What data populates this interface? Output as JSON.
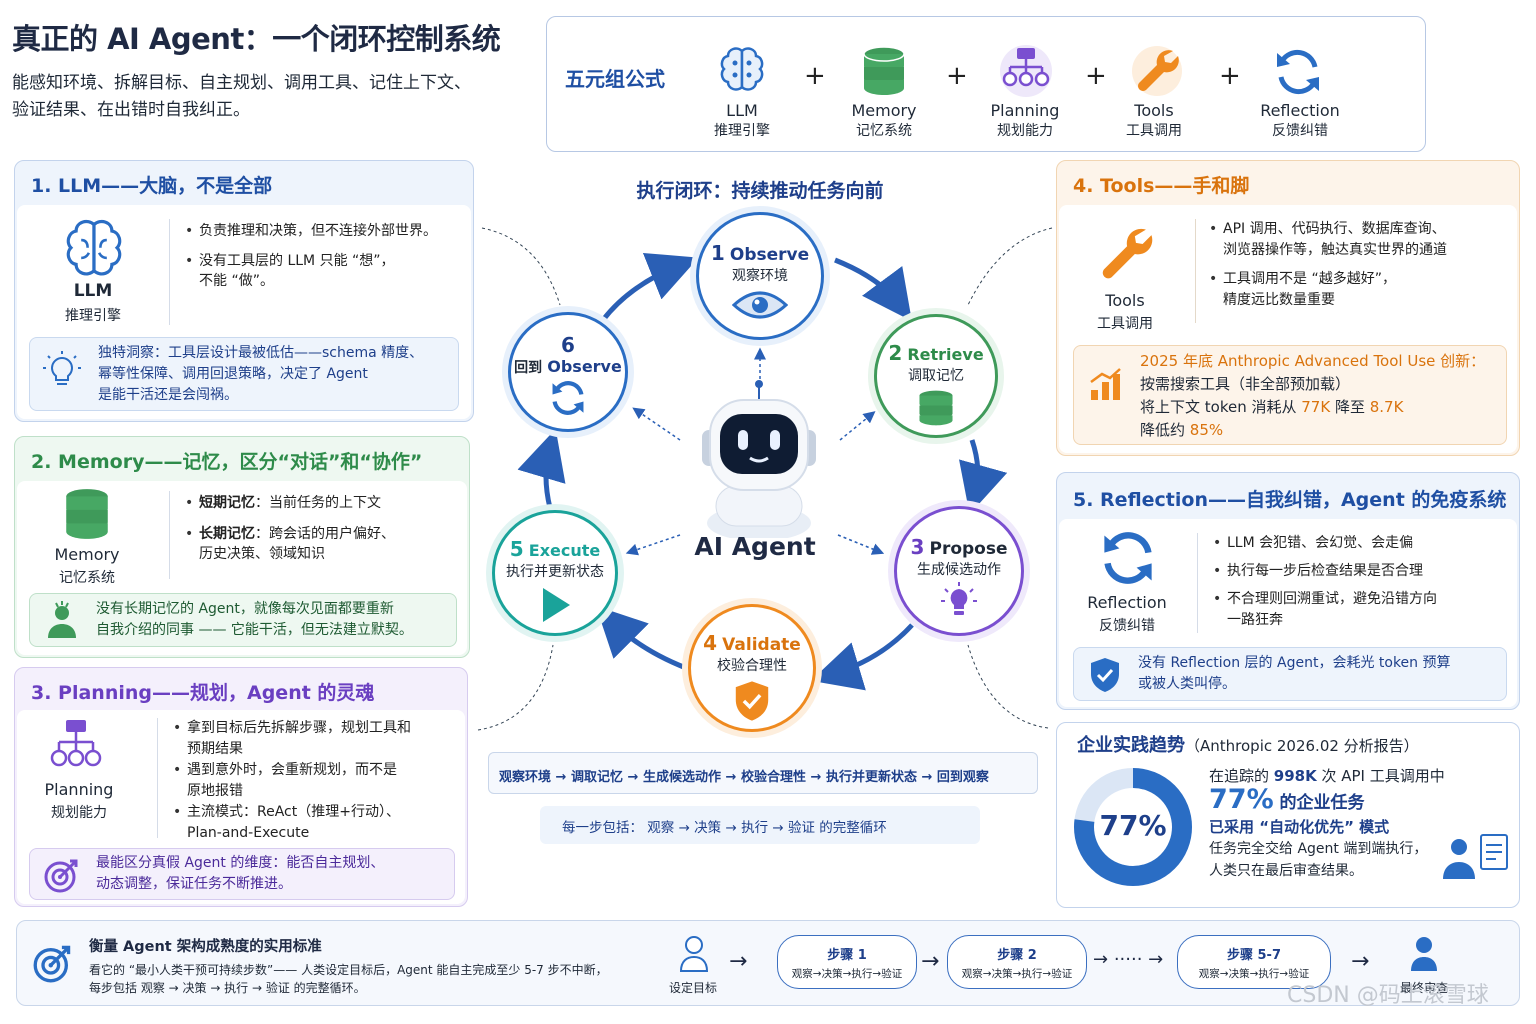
{
  "header": {
    "title": "真正的 AI Agent：一个闭环控制系统",
    "subtitle_line1": "能感知环境、拆解目标、自主规划、调用工具、记住上下文、",
    "subtitle_line2": "验证结果、在出错时自我纠正。"
  },
  "formula": {
    "title": "五元组公式",
    "items": [
      {
        "en": "LLM",
        "cn": "推理引擎"
      },
      {
        "en": "Memory",
        "cn": "记忆系统"
      },
      {
        "en": "Planning",
        "cn": "规划能力"
      },
      {
        "en": "Tools",
        "cn": "工具调用"
      },
      {
        "en": "Reflection",
        "cn": "反馈纠错"
      }
    ],
    "plus": "+"
  },
  "llm": {
    "header": "1. LLM——大脑，不是全部",
    "label_en": "LLM",
    "label_cn": "推理引擎",
    "b1": "负责推理和决策，但不连接外部世界。",
    "b2a": "没有工具层的 LLM 只能 “想”，",
    "b2b": "不能 “做”。",
    "note1": "独特洞察：工具层设计最被低估——schema 精度、",
    "note2": "幂等性保障、调用回退策略，决定了 Agent",
    "note3": "是能干活还是会闯祸。"
  },
  "memory": {
    "header": "2. Memory——记忆，区分“对话”和“协作”",
    "label_en": "Memory",
    "label_cn": "记忆系统",
    "b1k": "短期记忆",
    "b1": "：当前任务的上下文",
    "b2k": "长期记忆",
    "b2": "：跨会话的用户偏好、",
    "b2b": "历史决策、领域知识",
    "note1": "没有长期记忆的 Agent，就像每次见面都要重新",
    "note2": "自我介绍的同事 —— 它能干活，但无法建立默契。"
  },
  "planning": {
    "header": "3. Planning——规划，Agent 的灵魂",
    "label_en": "Planning",
    "label_cn": "规划能力",
    "b1a": "拿到目标后先拆解步骤，规划工具和",
    "b1b": "预期结果",
    "b2a": "遇到意外时，会重新规划，而不是",
    "b2b": "原地报错",
    "b3a": "主流模式：ReAct（推理+行动）、",
    "b3b": "Plan-and-Execute",
    "note1": "最能区分真假 Agent 的维度：能否自主规划、",
    "note2": "动态调整，保证任务不断推进。"
  },
  "tools": {
    "header": "4. Tools——手和脚",
    "label_en": "Tools",
    "label_cn": "工具调用",
    "b1a": "API 调用、代码执行、数据库查询、",
    "b1b": "浏览器操作等，触达真实世界的通道",
    "b2a": "工具调用不是 “越多越好”，",
    "b2b": "精度远比数量重要",
    "n1": "2025 年底 Anthropic Advanced Tool Use 创新：",
    "n2": "按需搜索工具（非全部预加载）",
    "n3a": "将上下文 token 消耗从 ",
    "n3b": "77K",
    "n3c": " 降至 ",
    "n3d": "8.7K",
    "n4a": "降低约 ",
    "n4b": "85%"
  },
  "reflection": {
    "header": "5. Reflection——自我纠错，Agent 的免疫系统",
    "label_en": "Reflection",
    "label_cn": "反馈纠错",
    "b1": "LLM 会犯错、会幻觉、会走偏",
    "b2": "执行每一步后检查结果是否合理",
    "b3a": "不合理则回溯重试，避免沿错方向",
    "b3b": "一路狂奔",
    "note1": "没有 Reflection 层的 Agent，会耗光 token 预算",
    "note2": "或被人类叫停。"
  },
  "enterprise": {
    "title": "企业实践趋势",
    "title_sub": "（Anthropic 2026.02 分析报告）",
    "percent": "77%",
    "percent_value": 77,
    "l1a": "在追踪的 ",
    "l1b": "998K",
    "l1c": " 次 API 工具调用中",
    "l2a": "77%",
    "l2b": " 的企业任务",
    "l3": "已采用 “自动化优先” 模式",
    "l4": "任务完全交给 Agent 端到端执行，",
    "l5": "人类只在最后审查结果。"
  },
  "loop": {
    "title": "执行闭环：持续推动任务向前",
    "center": "AI Agent",
    "nodes": [
      {
        "n": "1",
        "en": "Observe",
        "cn": "观察环境"
      },
      {
        "n": "2",
        "en": "Retrieve",
        "cn": "调取记忆"
      },
      {
        "n": "3",
        "en": "Propose",
        "cn": "生成候选动作"
      },
      {
        "n": "4",
        "en": "Validate",
        "cn": "校验合理性"
      },
      {
        "n": "5",
        "en": "Execute",
        "cn": "执行并更新状态"
      },
      {
        "n": "6",
        "en": "Observe",
        "cn": "回到"
      }
    ],
    "flow": [
      "观察环境",
      "调取记忆",
      "生成候选动作",
      "校验合理性",
      "执行并更新状态",
      "回到观察"
    ],
    "every": "每一步包括：  观察  →  决策  →  执行  →  验证   的完整循环",
    "arrow": "→"
  },
  "bottom": {
    "title": "衡量 Agent 架构成熟度的实用标准",
    "l1": "看它的 “最小人类干预可持续步数”—— 人类设定目标后，Agent 能自主完成至少 5-7 步不中断，",
    "l2": "每步包括  观察  →  决策  →  执行  →  验证   的完整循环。",
    "goal": "设定目标",
    "s1": "步骤 1",
    "s2": "步骤 2",
    "s3": "步骤 5-7",
    "seq": "观察→决策→执行→验证",
    "dots": "·····",
    "final": "最终审查",
    "watermark": "CSDN @码上滚雪球"
  },
  "colors": {
    "blue": "#1f4fa3",
    "green": "#2e8b4a",
    "purple": "#6a3fc1",
    "orange": "#d9730d",
    "cyan": "#1aa39a",
    "navy": "#1e3f8a"
  }
}
